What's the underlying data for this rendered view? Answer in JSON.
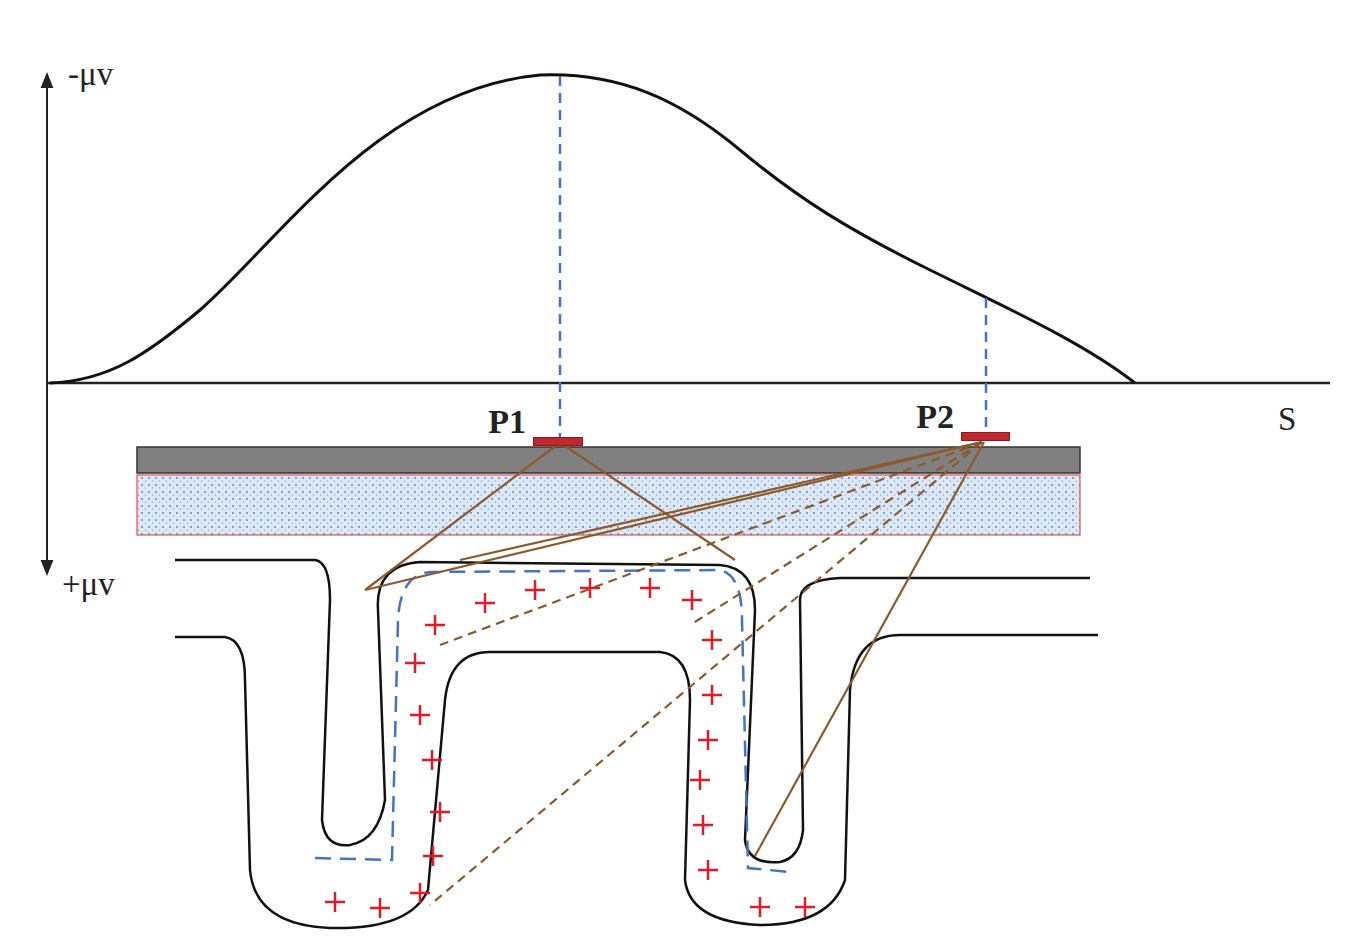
{
  "diagram": {
    "nodes": [
      {
        "text": [
          "P1"
        ]
      },
      {
        "text": [
          "P2"
        ]
      }
    ],
    "labels": [
      "-μv",
      "+μv",
      "S"
    ]
  }
}
